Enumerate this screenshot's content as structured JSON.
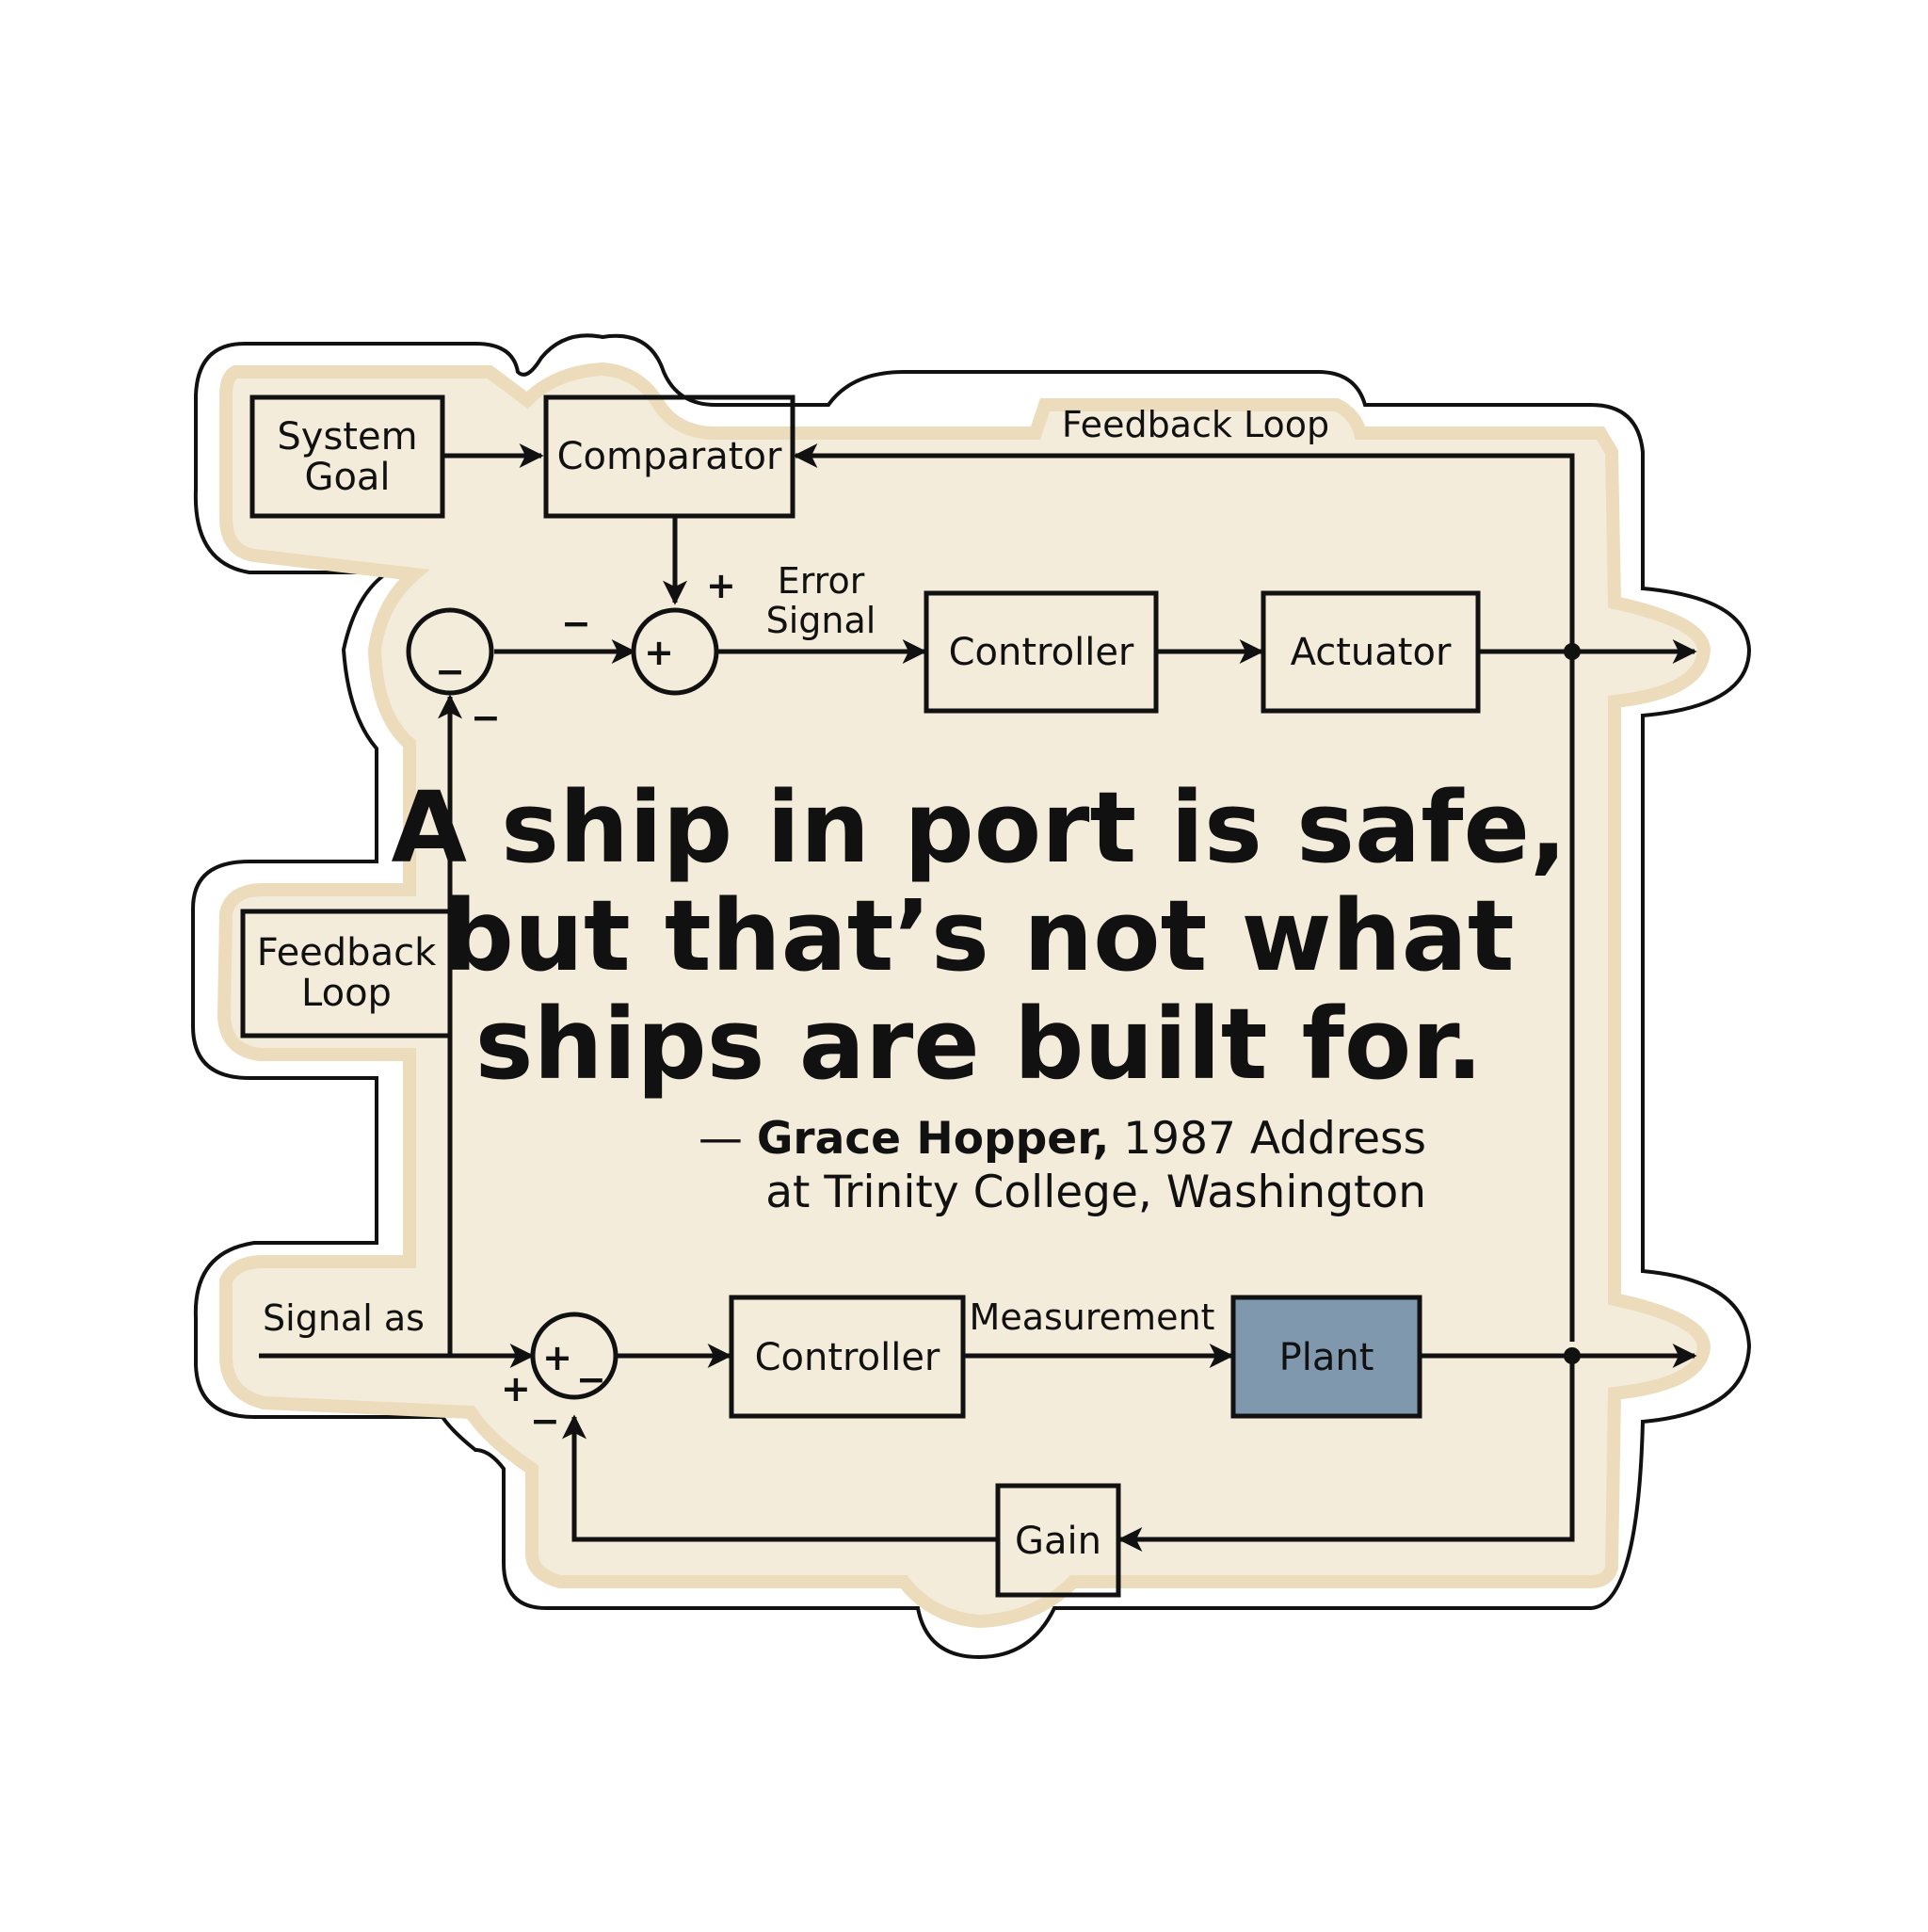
{
  "colors": {
    "paper": "#f4ecda",
    "paper_edge": "#ecdcbc",
    "ink": "#111111",
    "plant_fill": "#7f98ae",
    "sticker_border": "#ffffff"
  },
  "blocks": {
    "system_goal": [
      "System",
      "Goal"
    ],
    "comparator": "Comparator",
    "controller_top": "Controller",
    "actuator": "Actuator",
    "feedback_left": [
      "Feedback",
      "Loop"
    ],
    "controller_bottom": "Controller",
    "plant": "Plant",
    "gain": "Gain"
  },
  "edge_labels": {
    "feedback_loop_top": "Feedback Loop",
    "error_signal": [
      "Error",
      "Signal"
    ],
    "signal_as": "Signal as",
    "measurement": "Measurement"
  },
  "signs": {
    "plus": "+",
    "minus": "−"
  },
  "quote": {
    "lines": [
      "A ship in port is safe,",
      "but that’s not what",
      "ships are built for."
    ],
    "attribution": {
      "dash": "— ",
      "author": "Grace Hopper,",
      "rest_line1": " 1987 Address",
      "line2": "at Trinity College, Washington"
    }
  }
}
